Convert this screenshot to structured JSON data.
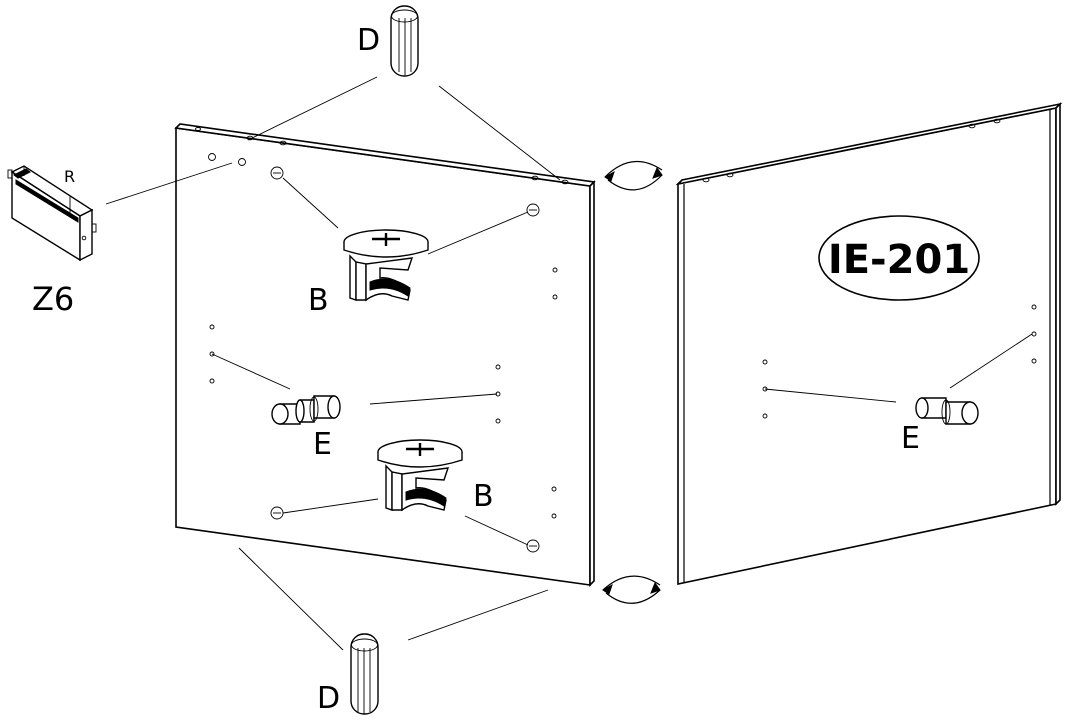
{
  "labels": {
    "dowel_top": "D",
    "dowel_bottom": "D",
    "cam_upper": "B",
    "cam_lower": "B",
    "bolt_left": "E",
    "bolt_right": "E",
    "bracket_letter": "R",
    "bracket_code": "Z6",
    "model_code": "IE-201"
  }
}
